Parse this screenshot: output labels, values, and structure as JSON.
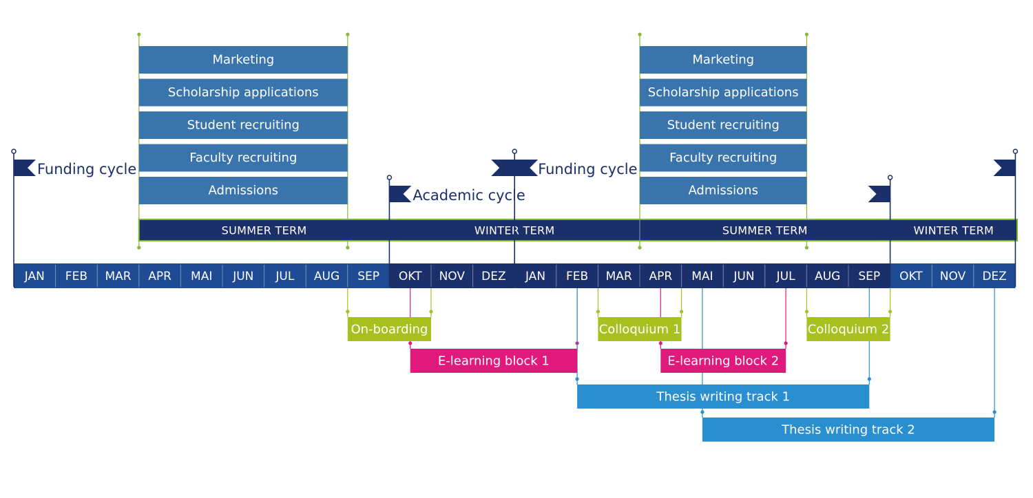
{
  "months": [
    "JAN",
    "FEB",
    "MAR",
    "APR",
    "MAI",
    "JUN",
    "JUL",
    "AUG",
    "SEP",
    "OKT",
    "NOV",
    "DEZ",
    "JAN",
    "FEB",
    "MAR",
    "APR",
    "MAI",
    "JUN",
    "JUL",
    "AUG",
    "SEP",
    "OKT",
    "NOV",
    "DEZ"
  ],
  "terms": [
    {
      "label": "SUMMER TERM",
      "start": 3,
      "end": 9
    },
    {
      "label": "WINTER TERM",
      "start": 9,
      "end": 15
    },
    {
      "label": "SUMMER TERM",
      "start": 15,
      "end": 21
    },
    {
      "label": "WINTER TERM",
      "start": 21,
      "end": 24
    }
  ],
  "activity_blocks": [
    {
      "start": 3,
      "end": 8,
      "items": [
        "Marketing",
        "Scholarship applications",
        "Student recruiting",
        "Faculty recruiting",
        "Admissions"
      ]
    },
    {
      "start": 15,
      "end": 19,
      "items": [
        "Marketing",
        "Scholarship applications",
        "Student recruiting",
        "Faculty recruiting",
        "Admissions"
      ]
    }
  ],
  "flags": [
    {
      "label": "Funding cycle",
      "month": 0
    },
    {
      "label": "Funding cycle",
      "month": 12
    },
    {
      "label": "Academic cycle",
      "month": 9
    },
    {
      "label": "",
      "month": 21
    },
    {
      "label": "",
      "month": 24
    }
  ],
  "phases": [
    {
      "label": "On-boarding",
      "start": 8,
      "end": 10,
      "type": "onboarding"
    },
    {
      "label": "Colloquium 1",
      "start": 14,
      "end": 16,
      "type": "colloquium"
    },
    {
      "label": "Colloquium 2",
      "start": 19,
      "end": 21,
      "type": "colloquium"
    },
    {
      "label": "E-learning block 1",
      "start": 9.5,
      "end": 13.5,
      "type": "elearning"
    },
    {
      "label": "E-learning block 2",
      "start": 15.5,
      "end": 18.5,
      "type": "elearning"
    },
    {
      "label": "Thesis writing track 1",
      "start": 13.5,
      "end": 20.5,
      "type": "thesis"
    },
    {
      "label": "Thesis writing track 2",
      "start": 16.5,
      "end": 23.5,
      "type": "thesis"
    }
  ],
  "colors": {
    "month_light": "#1f4a94",
    "month_dark": "#1b2f6b",
    "term": "#1b2f6b",
    "term_border": "#78b82a",
    "activity": "#3a74ac",
    "flag": "#1b2f6b",
    "onboarding": "#a8c020",
    "colloquium": "#a8c020",
    "elearning": "#e0197d",
    "thesis": "#2a8fcf",
    "guide_green": "#8ab83a",
    "guide_lime": "#b8cc2a"
  }
}
